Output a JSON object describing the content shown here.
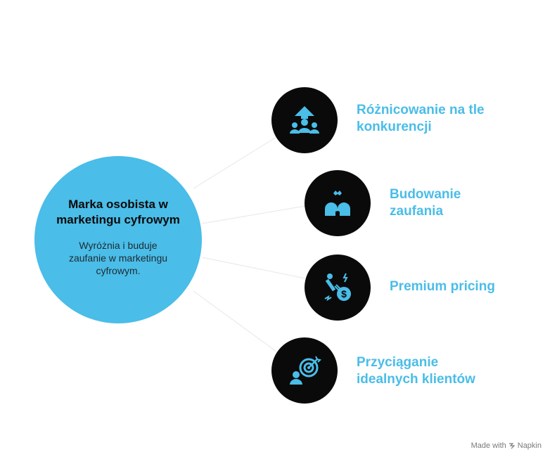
{
  "center": {
    "title": "Marka osobista w marketingu cyfrowym",
    "description": "Wyróżnia i buduje zaufanie w marketingu cyfrowym."
  },
  "nodes": [
    {
      "label": "Różnicowanie na tle konkurencji",
      "icon": "leader-group-icon"
    },
    {
      "label": "Budowanie zaufania",
      "icon": "trust-heads-icon"
    },
    {
      "label": "Premium pricing",
      "icon": "price-drop-icon"
    },
    {
      "label": "Przyciąganie idealnych klientów",
      "icon": "target-customer-icon"
    }
  ],
  "colors": {
    "accent": "#4ABDE8",
    "node": "#0a0a0a",
    "connector": "#e6e6e6"
  },
  "footer": {
    "made_with": "Made with",
    "brand": "Napkin"
  }
}
